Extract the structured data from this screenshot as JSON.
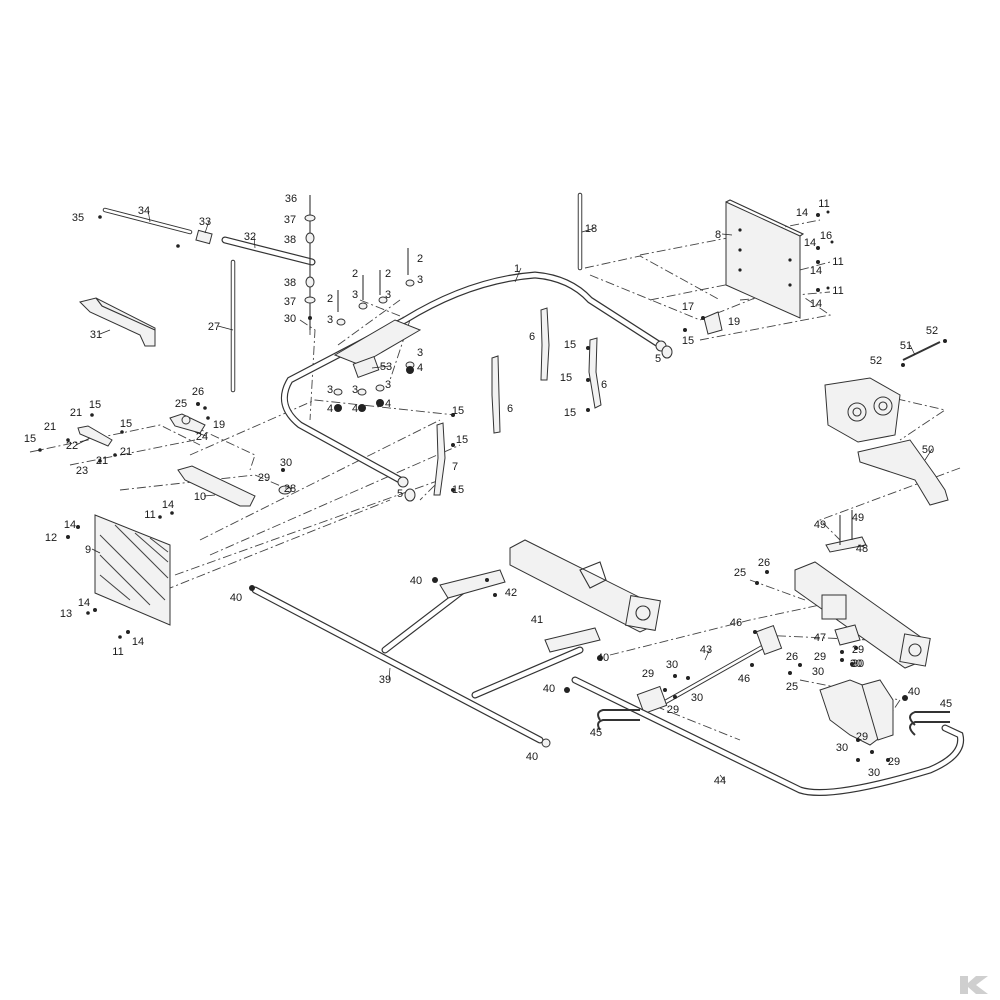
{
  "callouts": [
    {
      "id": "c1",
      "text": "1"
    },
    {
      "id": "c2a",
      "text": "2"
    },
    {
      "id": "c2b",
      "text": "2"
    },
    {
      "id": "c2c",
      "text": "2"
    },
    {
      "id": "c2d",
      "text": "2"
    },
    {
      "id": "c3a",
      "text": "3"
    },
    {
      "id": "c3b",
      "text": "3"
    },
    {
      "id": "c3c",
      "text": "3"
    },
    {
      "id": "c3d",
      "text": "3"
    },
    {
      "id": "c3e",
      "text": "3"
    },
    {
      "id": "c3f",
      "text": "3"
    },
    {
      "id": "c3g",
      "text": "3"
    },
    {
      "id": "c3h",
      "text": "3"
    },
    {
      "id": "c4a",
      "text": "4"
    },
    {
      "id": "c4b",
      "text": "4"
    },
    {
      "id": "c4c",
      "text": "4"
    },
    {
      "id": "c4d",
      "text": "4"
    },
    {
      "id": "c5a",
      "text": "5"
    },
    {
      "id": "c5b",
      "text": "5"
    },
    {
      "id": "c6a",
      "text": "6"
    },
    {
      "id": "c6b",
      "text": "6"
    },
    {
      "id": "c6c",
      "text": "6"
    },
    {
      "id": "c7",
      "text": "7"
    },
    {
      "id": "c8",
      "text": "8"
    },
    {
      "id": "c9",
      "text": "9"
    },
    {
      "id": "c10",
      "text": "10"
    },
    {
      "id": "c11a",
      "text": "11"
    },
    {
      "id": "c11b",
      "text": "11"
    },
    {
      "id": "c11c",
      "text": "11"
    },
    {
      "id": "c11d",
      "text": "11"
    },
    {
      "id": "c11e",
      "text": "11"
    },
    {
      "id": "c12",
      "text": "12"
    },
    {
      "id": "c13",
      "text": "13"
    },
    {
      "id": "c14a",
      "text": "14"
    },
    {
      "id": "c14b",
      "text": "14"
    },
    {
      "id": "c14c",
      "text": "14"
    },
    {
      "id": "c14d",
      "text": "14"
    },
    {
      "id": "c14e",
      "text": "14"
    },
    {
      "id": "c14f",
      "text": "14"
    },
    {
      "id": "c14g",
      "text": "14"
    },
    {
      "id": "c14h",
      "text": "14"
    },
    {
      "id": "c15a",
      "text": "15"
    },
    {
      "id": "c15b",
      "text": "15"
    },
    {
      "id": "c15c",
      "text": "15"
    },
    {
      "id": "c15d",
      "text": "15"
    },
    {
      "id": "c15e",
      "text": "15"
    },
    {
      "id": "c15f",
      "text": "15"
    },
    {
      "id": "c15g",
      "text": "15"
    },
    {
      "id": "c15h",
      "text": "15"
    },
    {
      "id": "c15i",
      "text": "15"
    },
    {
      "id": "c15j",
      "text": "15"
    },
    {
      "id": "c16",
      "text": "16"
    },
    {
      "id": "c17",
      "text": "17"
    },
    {
      "id": "c18",
      "text": "18"
    },
    {
      "id": "c19a",
      "text": "19"
    },
    {
      "id": "c19b",
      "text": "19"
    },
    {
      "id": "c21a",
      "text": "21"
    },
    {
      "id": "c21b",
      "text": "21"
    },
    {
      "id": "c21c",
      "text": "21"
    },
    {
      "id": "c21d",
      "text": "21"
    },
    {
      "id": "c22",
      "text": "22"
    },
    {
      "id": "c23",
      "text": "23"
    },
    {
      "id": "c24",
      "text": "24"
    },
    {
      "id": "c25a",
      "text": "25"
    },
    {
      "id": "c25b",
      "text": "25"
    },
    {
      "id": "c25c",
      "text": "25"
    },
    {
      "id": "c26a",
      "text": "26"
    },
    {
      "id": "c26b",
      "text": "26"
    },
    {
      "id": "c26c",
      "text": "26"
    },
    {
      "id": "c27",
      "text": "27"
    },
    {
      "id": "c28",
      "text": "28"
    },
    {
      "id": "c29a",
      "text": "29"
    },
    {
      "id": "c29b",
      "text": "29"
    },
    {
      "id": "c29c",
      "text": "29"
    },
    {
      "id": "c29d",
      "text": "29"
    },
    {
      "id": "c29e",
      "text": "29"
    },
    {
      "id": "c29f",
      "text": "29"
    },
    {
      "id": "c29g",
      "text": "29"
    },
    {
      "id": "c30a",
      "text": "30"
    },
    {
      "id": "c30b",
      "text": "30"
    },
    {
      "id": "c30c",
      "text": "30"
    },
    {
      "id": "c30d",
      "text": "30"
    },
    {
      "id": "c30e",
      "text": "30"
    },
    {
      "id": "c30f",
      "text": "30"
    },
    {
      "id": "c30g",
      "text": "30"
    },
    {
      "id": "c30h",
      "text": "30"
    },
    {
      "id": "c30i",
      "text": "30"
    },
    {
      "id": "c31",
      "text": "31"
    },
    {
      "id": "c32",
      "text": "32"
    },
    {
      "id": "c33",
      "text": "33"
    },
    {
      "id": "c34",
      "text": "34"
    },
    {
      "id": "c35",
      "text": "35"
    },
    {
      "id": "c36",
      "text": "36"
    },
    {
      "id": "c37a",
      "text": "37"
    },
    {
      "id": "c37b",
      "text": "37"
    },
    {
      "id": "c38a",
      "text": "38"
    },
    {
      "id": "c38b",
      "text": "38"
    },
    {
      "id": "c39",
      "text": "39"
    },
    {
      "id": "c40a",
      "text": "40"
    },
    {
      "id": "c40b",
      "text": "40"
    },
    {
      "id": "c40c",
      "text": "40"
    },
    {
      "id": "c40d",
      "text": "40"
    },
    {
      "id": "c40e",
      "text": "40"
    },
    {
      "id": "c40f",
      "text": "40"
    },
    {
      "id": "c41",
      "text": "41"
    },
    {
      "id": "c42",
      "text": "42"
    },
    {
      "id": "c43",
      "text": "43"
    },
    {
      "id": "c44",
      "text": "44"
    },
    {
      "id": "c45a",
      "text": "45"
    },
    {
      "id": "c45b",
      "text": "45"
    },
    {
      "id": "c46a",
      "text": "46"
    },
    {
      "id": "c46b",
      "text": "46"
    },
    {
      "id": "c47",
      "text": "47"
    },
    {
      "id": "c48",
      "text": "48"
    },
    {
      "id": "c49a",
      "text": "49"
    },
    {
      "id": "c49b",
      "text": "49"
    },
    {
      "id": "c50",
      "text": "50"
    },
    {
      "id": "c51",
      "text": "51"
    },
    {
      "id": "c52a",
      "text": "52"
    },
    {
      "id": "c52b",
      "text": "52"
    },
    {
      "id": "c53",
      "text": "53"
    }
  ],
  "logo": {
    "name": "brand-logo-icon",
    "color": "#cfcfcf"
  }
}
